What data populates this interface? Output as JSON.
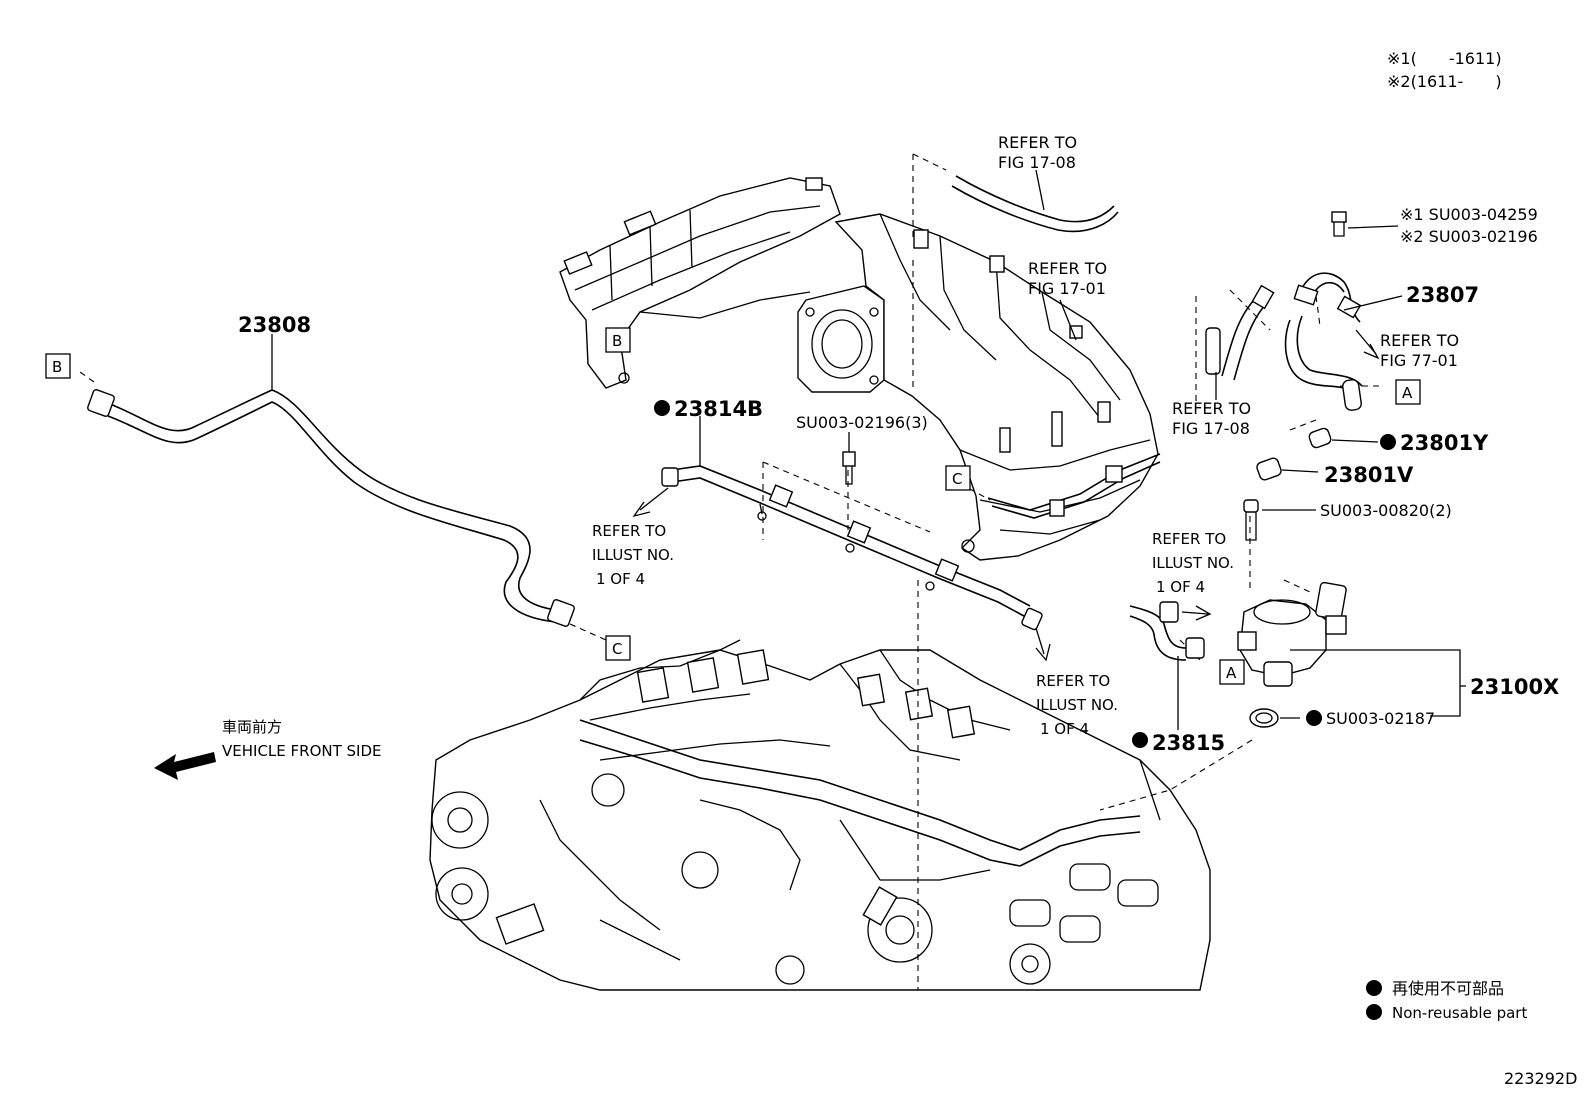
{
  "header": {
    "variant_1": "※1(　　-1611)",
    "variant_2": "※2(1611-　　)"
  },
  "refs": {
    "fig_17_08_top": [
      "REFER TO",
      "FIG 17-08"
    ],
    "fig_17_01": [
      "REFER TO",
      "FIG 17-01"
    ],
    "fig_77_01": [
      "REFER TO",
      "FIG 77-01"
    ],
    "fig_17_08_mid": [
      "REFER TO",
      "FIG 17-08"
    ],
    "illust_left": [
      "REFER TO",
      "ILLUST NO.",
      "1 OF 4"
    ],
    "illust_right": [
      "REFER TO",
      "ILLUST NO.",
      "1 OF 4"
    ],
    "illust_bottom": [
      "REFER TO",
      "ILLUST NO.",
      "1 OF 4"
    ]
  },
  "parts": {
    "p23808": "23808",
    "p23814b": "23814B",
    "p23807": "23807",
    "p23801y": "23801Y",
    "p23801v": "23801V",
    "p23815": "23815",
    "p23100x": "23100X",
    "bolt_var1": "※1 SU003-04259",
    "bolt_var2": "※2 SU003-02196",
    "bolt_mid": "SU003-02196(3)",
    "bolt_00820": "SU003-00820(2)",
    "gasket_02187": "SU003-02187"
  },
  "markers": {
    "a": "A",
    "b": "B",
    "c": "C"
  },
  "direction": {
    "jp": "車両前方",
    "en": "VEHICLE FRONT SIDE"
  },
  "legend": {
    "jp": "再使用不可部品",
    "en": "Non-reusable part"
  },
  "diagram_id": "223292D"
}
